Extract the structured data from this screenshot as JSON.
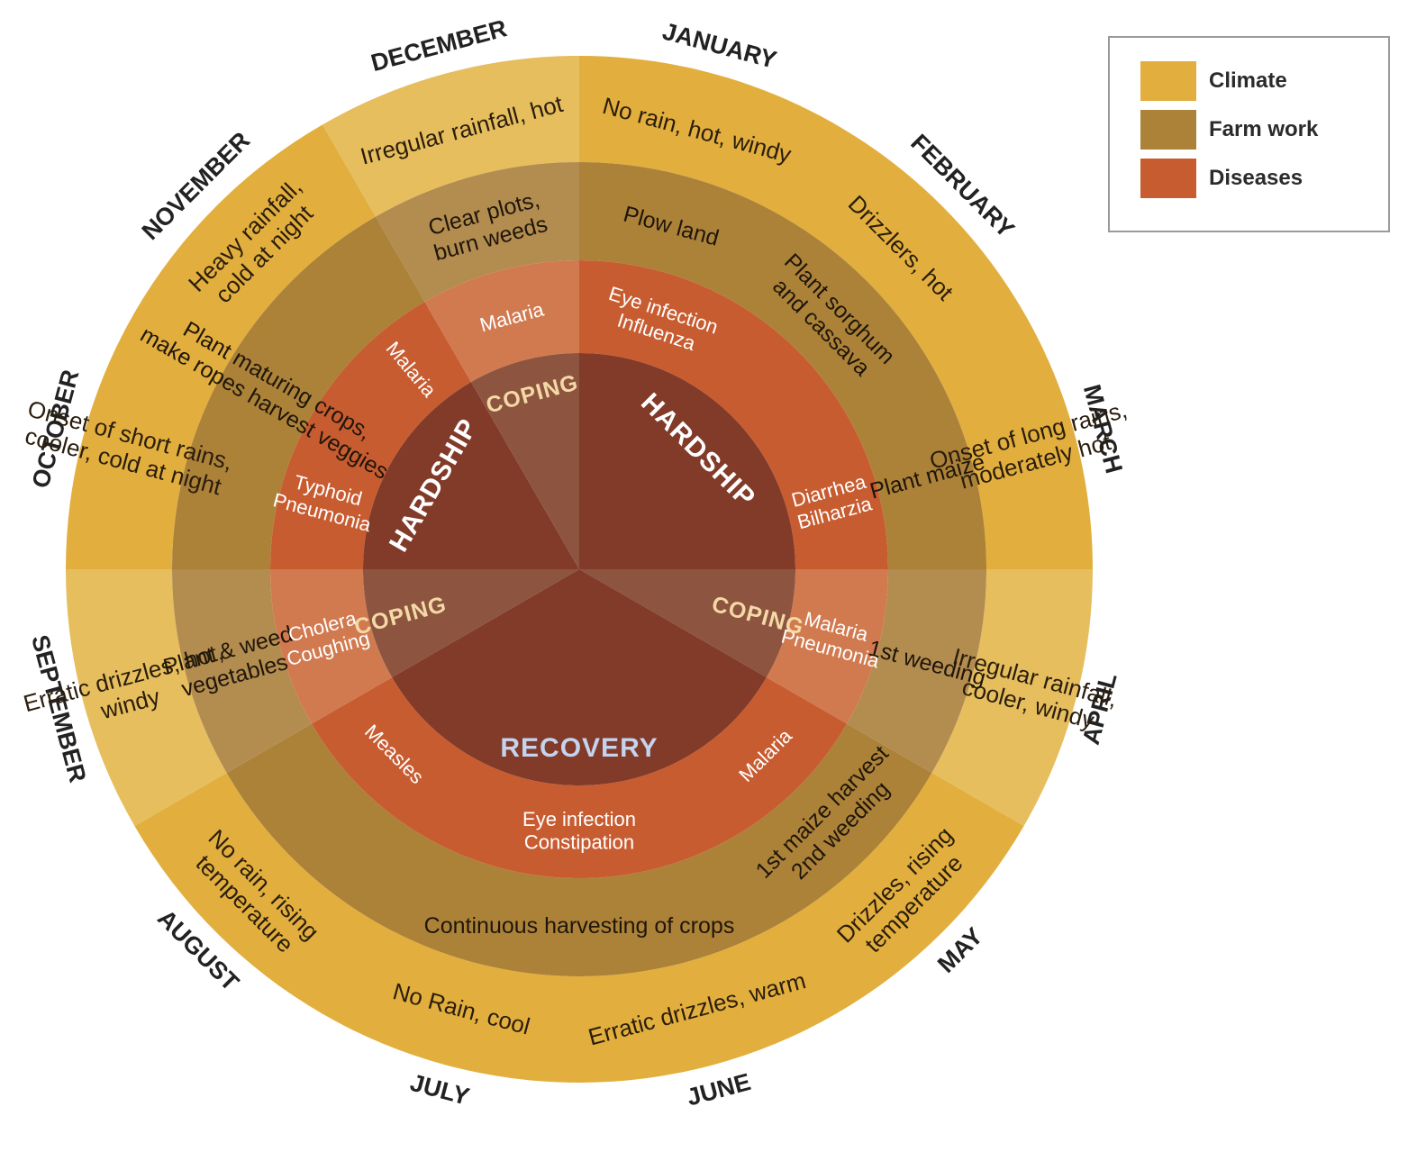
{
  "legend": {
    "items": [
      {
        "label": "Climate",
        "color": "#E2AF3E"
      },
      {
        "label": "Farm work",
        "color": "#AC8239"
      },
      {
        "label": "Diseases",
        "color": "#C85C31"
      }
    ]
  },
  "colors": {
    "climate": "#E2AF3E",
    "climate_alt": "#E6BE5E",
    "farm": "#AC8239",
    "farm_alt": "#B38C4F",
    "disease": "#C85C31",
    "disease_alt": "#D17A50",
    "hardship": "#823A29",
    "coping": "#8D5440",
    "recovery": "#823A29",
    "month_text": "#222222",
    "phase_hardship_text": "#ffffff",
    "phase_coping_text": "#F4D9A6",
    "phase_recovery_text": "#C4D3EE"
  },
  "months": [
    "JANUARY",
    "FEBRUARY",
    "MARCH",
    "APRIL",
    "MAY",
    "JUNE",
    "JULY",
    "AUGUST",
    "SEPTEMBER",
    "OCTOBER",
    "NOVEMBER",
    "DECEMBER"
  ],
  "climate": [
    {
      "lines": [
        "No rain, hot, windy"
      ]
    },
    {
      "lines": [
        "Drizzlers, hot"
      ]
    },
    {
      "lines": [
        "Onset of long rains,",
        "moderately hot"
      ]
    },
    {
      "lines": [
        "Irregular rainfall,",
        "cooler, windy"
      ]
    },
    {
      "lines": [
        "Drizzles, rising",
        "temperature"
      ]
    },
    {
      "lines": [
        "Erratic drizzles, warm"
      ]
    },
    {
      "lines": [
        "No Rain, cool"
      ]
    },
    {
      "lines": [
        "No rain, rising",
        "temperature"
      ]
    },
    {
      "lines": [
        "Erratic drizzles, hot,",
        "windy"
      ]
    },
    {
      "lines": [
        "Onset of short rains,",
        "cooler, cold at night"
      ]
    },
    {
      "lines": [
        "Heavy rainfall,",
        "cold at night"
      ]
    },
    {
      "lines": [
        "Irregular rainfall, hot"
      ]
    }
  ],
  "farm_work": [
    {
      "lines": [
        "Plow land"
      ]
    },
    {
      "lines": [
        "Plant sorghum",
        "and cassava"
      ]
    },
    {
      "lines": [
        "Plant maize"
      ]
    },
    {
      "lines": [
        "1st weeding"
      ]
    },
    {
      "lines": [
        "1st maize harvest",
        "2nd weeding"
      ]
    },
    {
      "lines": [
        "Continuous harvesting of crops"
      ]
    },
    {
      "lines": [
        "Plant & weed",
        "vegetables"
      ]
    },
    {
      "lines": [
        "Plant maturing crops,",
        "make ropes harvest veggies"
      ]
    },
    {
      "lines": [
        "Clear plots,",
        "burn weeds"
      ]
    }
  ],
  "diseases": [
    {
      "lines": [
        "Eye infection",
        "Influenza"
      ]
    },
    {
      "lines": [
        "Diarrhea",
        "Bilharzia"
      ]
    },
    {
      "lines": [
        "Malaria",
        "Pneumonia"
      ]
    },
    {
      "lines": [
        "Malaria"
      ]
    },
    {
      "lines": [
        "Eye infection",
        "Constipation"
      ]
    },
    {
      "lines": [
        "Measles"
      ]
    },
    {
      "lines": [
        "Cholera",
        "Coughing"
      ]
    },
    {
      "lines": [
        "Typhoid",
        "Pneumonia"
      ]
    },
    {
      "lines": [
        "Malaria"
      ]
    },
    {
      "lines": [
        "Malaria"
      ]
    }
  ],
  "phases": [
    {
      "label": "HARDSHIP"
    },
    {
      "label": "COPING"
    },
    {
      "label": "RECOVERY"
    },
    {
      "label": "COPING"
    },
    {
      "label": "HARDSHIP"
    },
    {
      "label": "COPING"
    }
  ]
}
